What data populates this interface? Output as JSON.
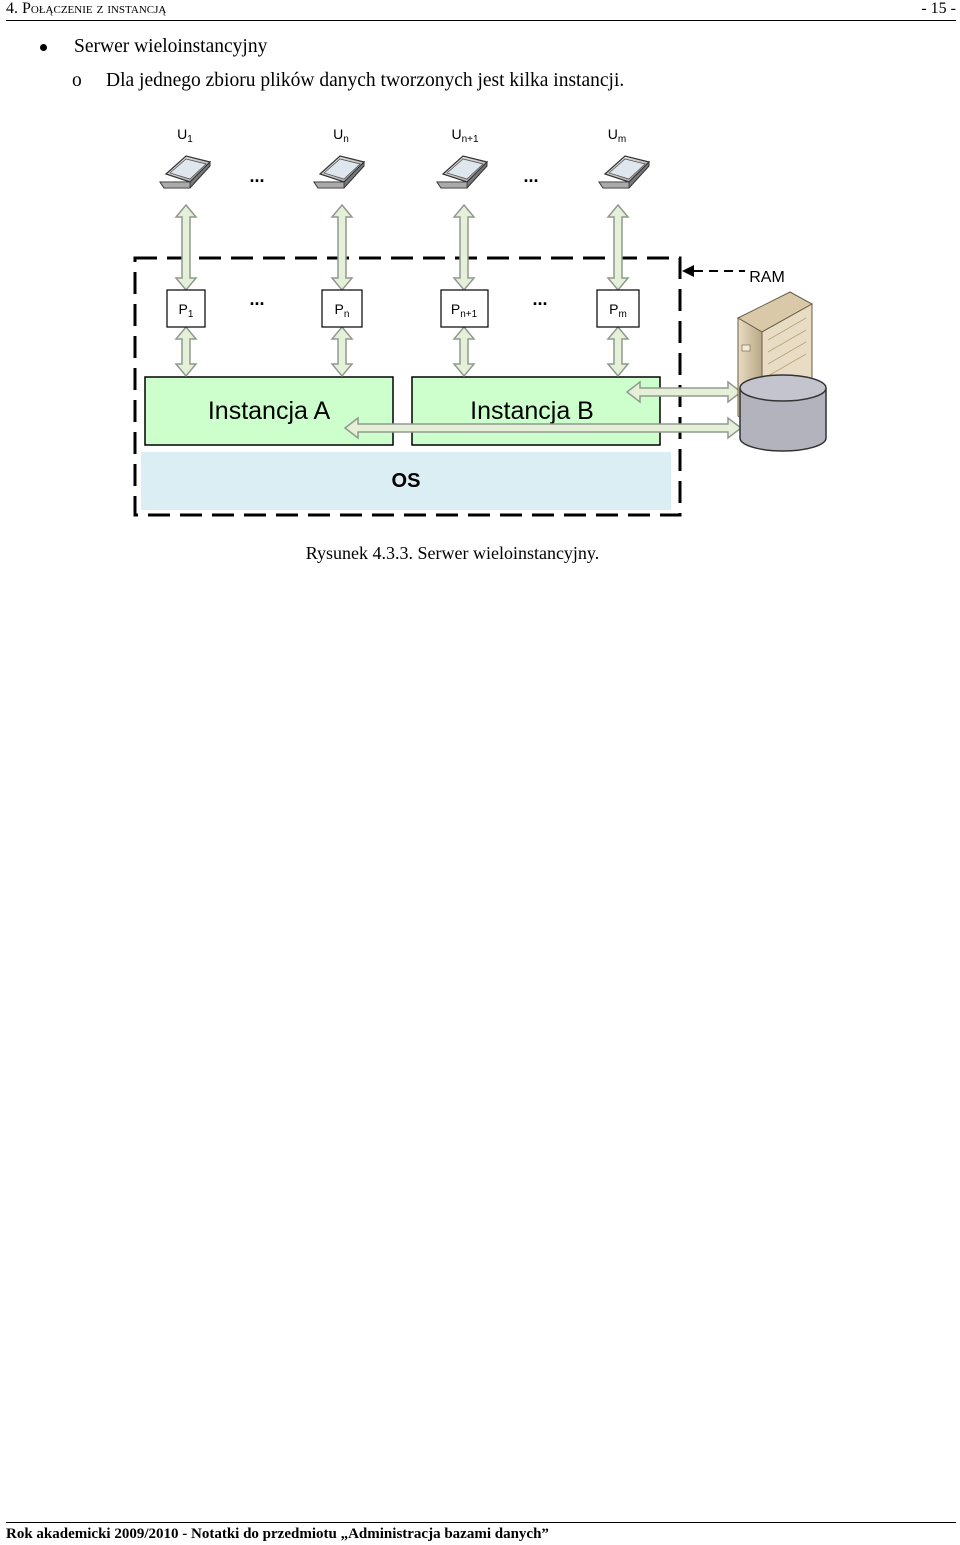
{
  "header": {
    "section": "4. Połączenie z instancją",
    "page": "- 15 -"
  },
  "content": {
    "bullet": "Serwer wieloinstancyjny",
    "subbullet_mark": "o",
    "subbullet": "Dla jednego zbioru plików danych tworzonych jest kilka instancji."
  },
  "diagram": {
    "users": [
      {
        "base": "U",
        "sub": "1"
      },
      {
        "base": "U",
        "sub": "n"
      },
      {
        "base": "U",
        "sub": "n+1"
      },
      {
        "base": "U",
        "sub": "m"
      }
    ],
    "processes": [
      {
        "base": "P",
        "sub": "1"
      },
      {
        "base": "P",
        "sub": "n"
      },
      {
        "base": "P",
        "sub": "n+1"
      },
      {
        "base": "P",
        "sub": "m"
      }
    ],
    "ellipsis": "...",
    "instance_a": "Instancja A",
    "instance_b": "Instancja B",
    "os": "OS",
    "ram": "RAM",
    "colors": {
      "instance_fill": "#ccffcc",
      "os_fill": "#dbeef4",
      "arrow_fill": "#e6f0d8",
      "arrow_stroke": "#8f9a8f",
      "disk_fill": "#b3b3bd"
    }
  },
  "caption": "Rysunek 4.3.3.  Serwer wieloinstancyjny.",
  "footer": "Rok akademicki  2009/2010 - Notatki do przedmiotu „Administracja bazami danych”"
}
